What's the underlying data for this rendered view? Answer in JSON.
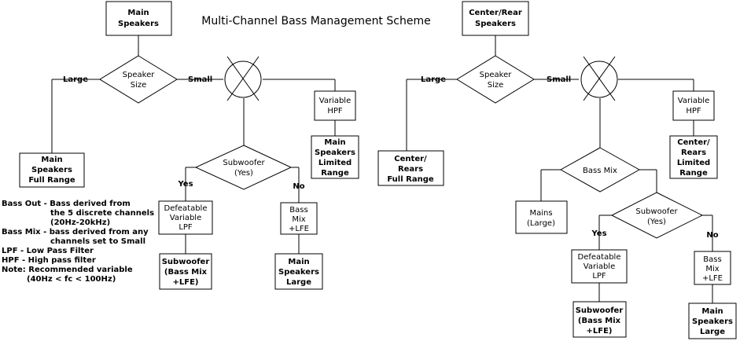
{
  "title": "Multi-Channel Bass Management Scheme",
  "left": {
    "source": [
      "Main",
      "Speakers"
    ],
    "decision": [
      "Speaker",
      "Size"
    ],
    "large_label": "Large",
    "small_label": "Small",
    "full_range": [
      "Main",
      "Speakers",
      "Full Range"
    ],
    "hpf": [
      "Variable",
      "HPF"
    ],
    "limited": [
      "Main",
      "Speakers",
      "Limited",
      "Range"
    ],
    "subwoofer_decision": [
      "Subwoofer",
      "(Yes)"
    ],
    "yes_label": "Yes",
    "no_label": "No",
    "lpf": [
      "Defeatable",
      "Variable",
      "LPF"
    ],
    "bassmix_lfe": [
      "Bass",
      "Mix",
      "+LFE"
    ],
    "sub_out": [
      "Subwoofer",
      "(Bass Mix",
      "+LFE)"
    ],
    "main_large": [
      "Main",
      "Speakers",
      "Large"
    ]
  },
  "right": {
    "source": [
      "Center/Rear",
      "Speakers"
    ],
    "decision": [
      "Speaker",
      "Size"
    ],
    "large_label": "Large",
    "small_label": "Small",
    "full_range": [
      "Center/",
      "Rears",
      "Full Range"
    ],
    "hpf": [
      "Variable",
      "HPF"
    ],
    "limited": [
      "Center/",
      "Rears",
      "Limited",
      "Range"
    ],
    "bassmix_decision": "Bass Mix",
    "mains_large": [
      "Mains",
      "(Large)"
    ],
    "subwoofer_decision": [
      "Subwoofer",
      "(Yes)"
    ],
    "yes_label": "Yes",
    "no_label": "No",
    "lpf": [
      "Defeatable",
      "Variable",
      "LPF"
    ],
    "bassmix_lfe": [
      "Bass",
      "Mix",
      "+LFE"
    ],
    "sub_out": [
      "Subwoofer",
      "(Bass Mix",
      "+LFE)"
    ],
    "main_large": [
      "Main",
      "Speakers",
      "Large"
    ]
  },
  "notes": [
    "Bass Out - Bass derived from",
    "the 5 discrete channels",
    "(20Hz-20kHz)",
    "Bass Mix - bass derived from any",
    "channels set to Small",
    "LPF - Low Pass Filter",
    "HPF - High pass filter",
    "Note: Recommended variable",
    "(40Hz < fc < 100Hz)"
  ]
}
